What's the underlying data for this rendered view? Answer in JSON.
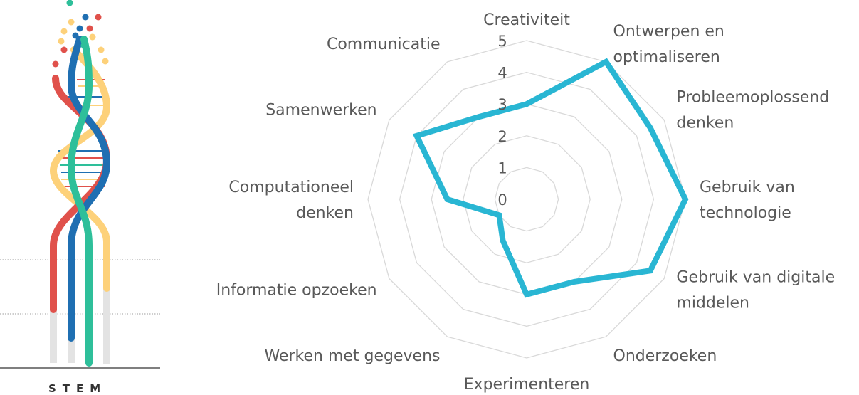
{
  "logo": {
    "text": "STEM",
    "colors": {
      "red": "#e0514b",
      "blue": "#1f6fb2",
      "green": "#2ebf9a",
      "yellow": "#fdd17a",
      "grey": "#e3e3e3",
      "line": "#555555"
    }
  },
  "chart_data": {
    "type": "radar",
    "title": "",
    "categories": [
      [
        "Creativiteit"
      ],
      [
        "Ontwerpen en",
        "optimaliseren"
      ],
      [
        "Probleemoplossend",
        "denken"
      ],
      [
        "Gebruik van",
        "technologie"
      ],
      [
        "Gebruik van digitale",
        "middelen"
      ],
      [
        "Onderzoeken"
      ],
      [
        "Experimenteren"
      ],
      [
        "Werken met gegevens"
      ],
      [
        "Informatie opzoeken"
      ],
      [
        "Computationeel",
        "denken"
      ],
      [
        "Samenwerken"
      ],
      [
        "Communicatie"
      ]
    ],
    "series": [
      {
        "values": [
          3,
          5,
          4.5,
          5,
          4.5,
          3,
          3,
          1.5,
          1,
          2.5,
          4,
          3
        ],
        "color": "#29b6d3"
      }
    ],
    "rlim": [
      0,
      5
    ],
    "ticks": [
      "0",
      "1",
      "2",
      "3",
      "4",
      "5"
    ],
    "grid": true,
    "grid_color": "#d9d9d9",
    "legend": "none"
  }
}
